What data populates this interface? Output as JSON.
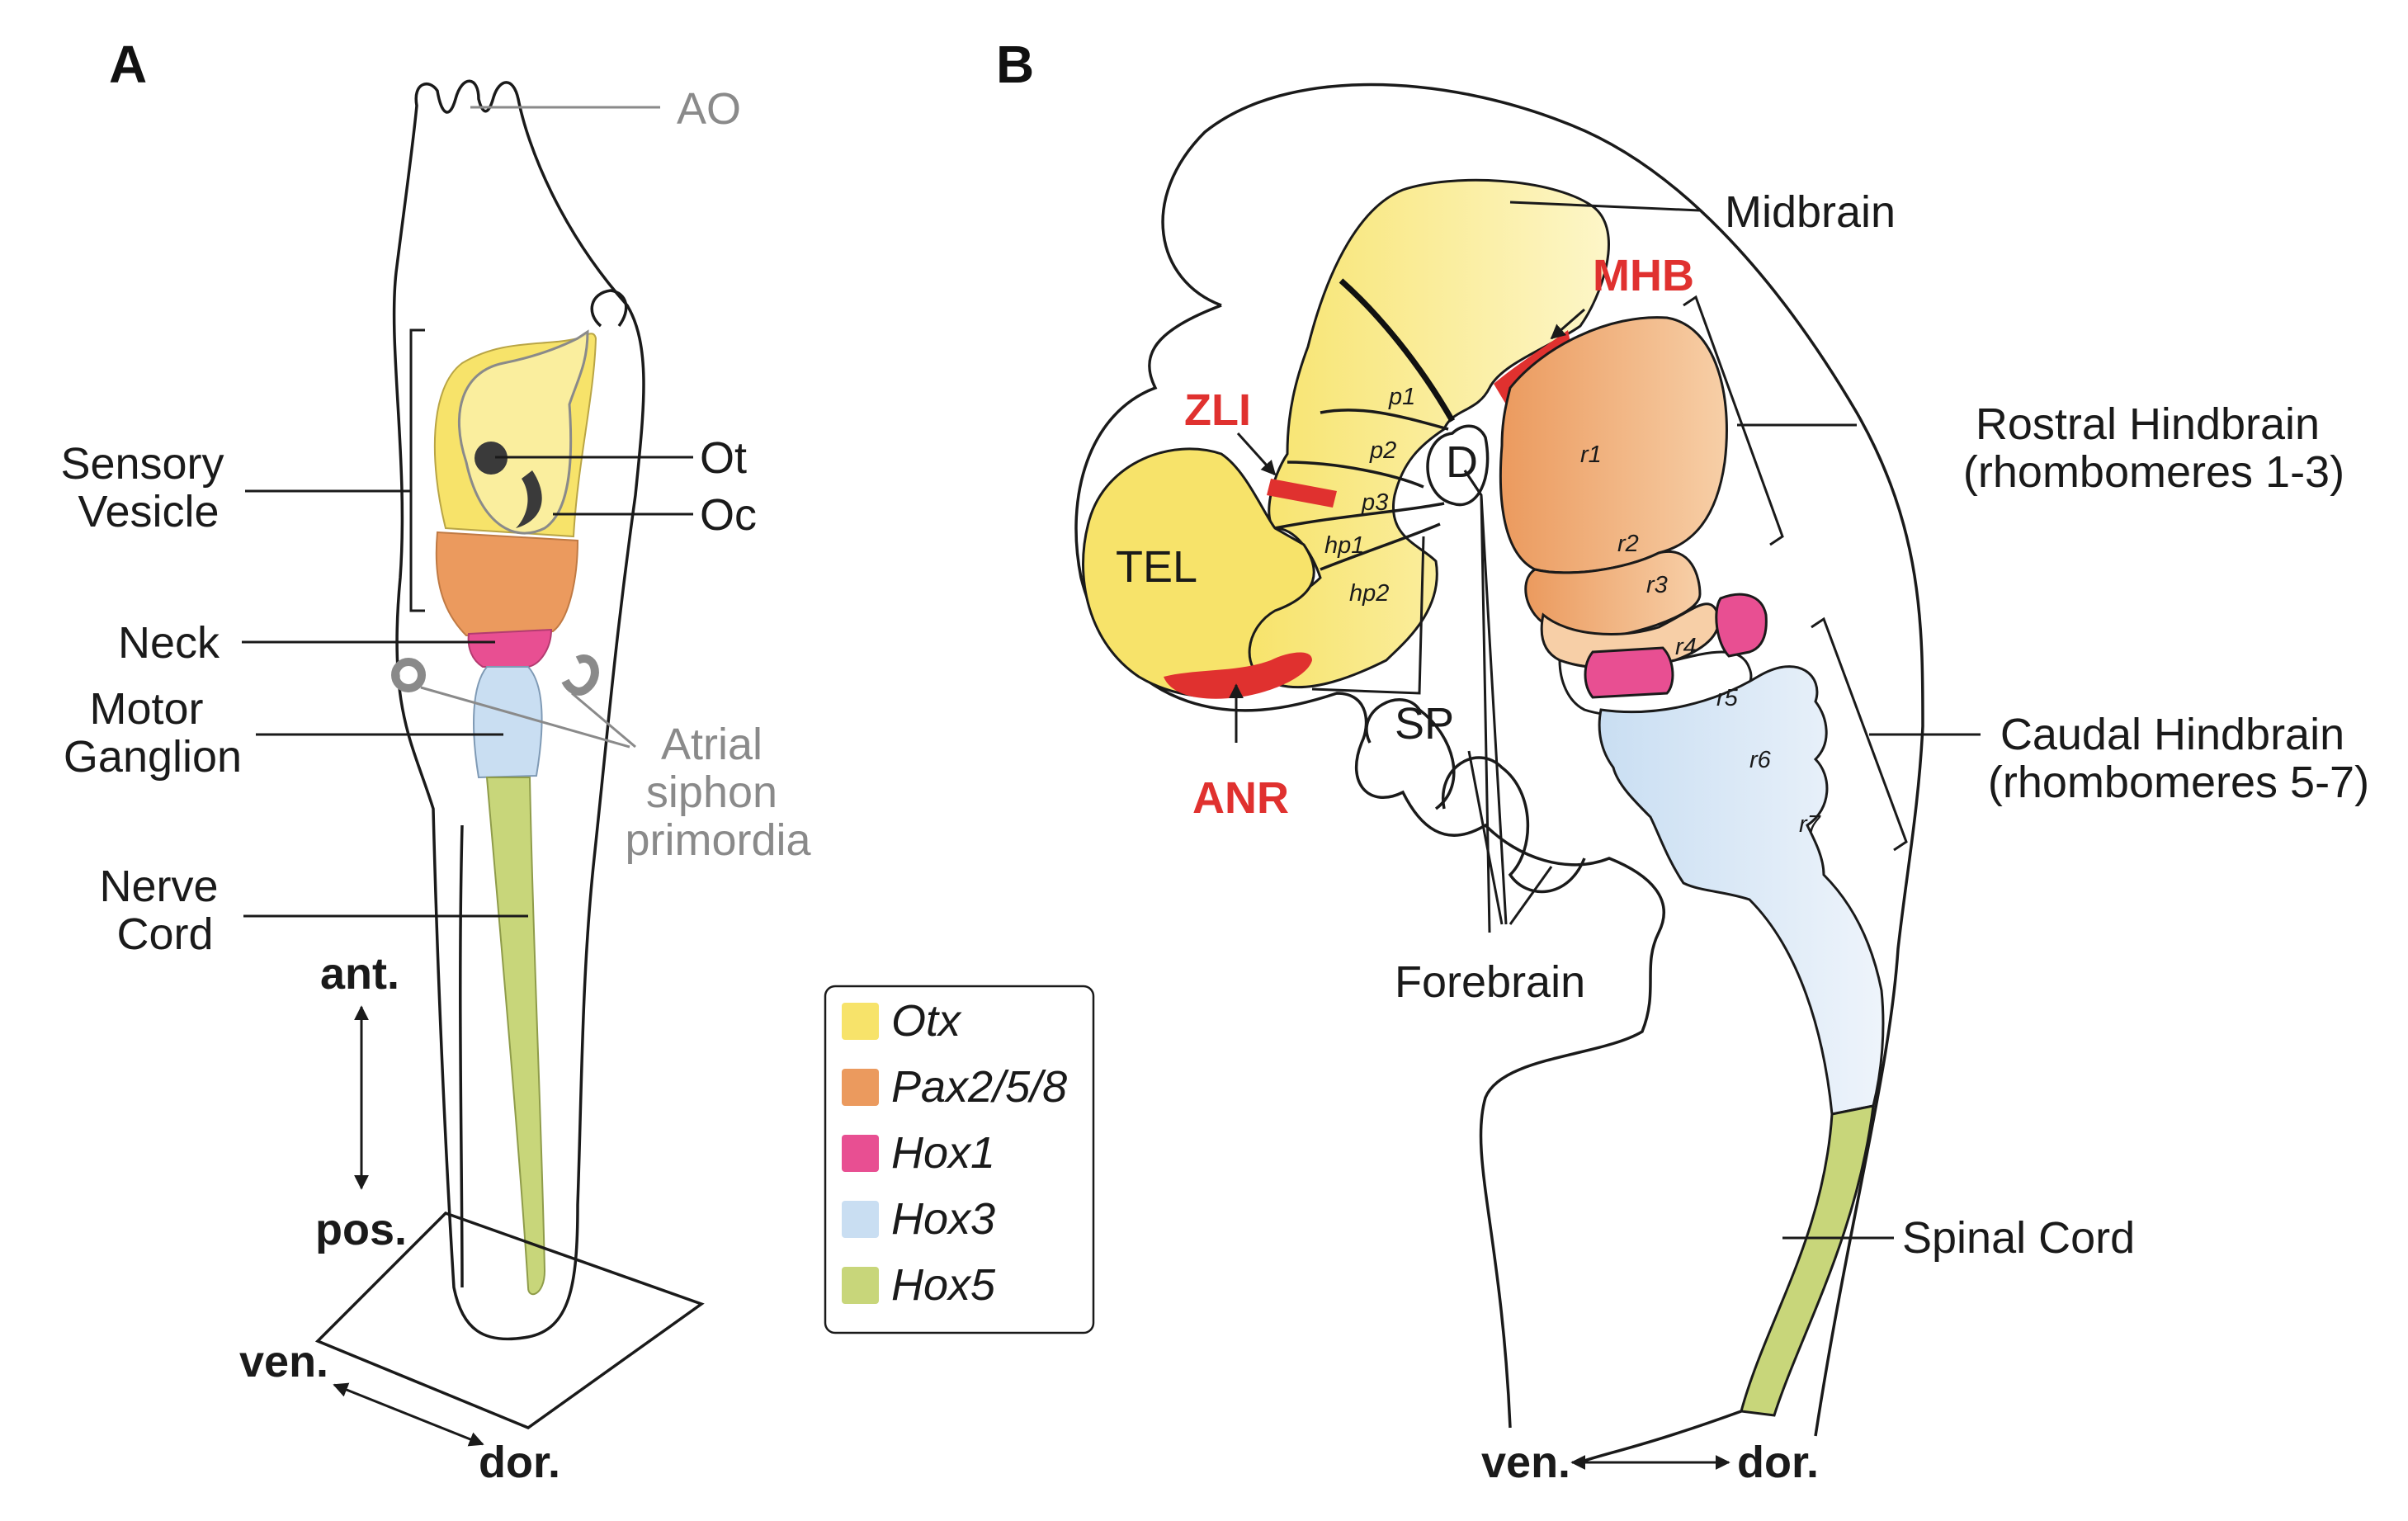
{
  "panels": {
    "a": "A",
    "b": "B"
  },
  "colors": {
    "otx": "#f7e36a",
    "pax": "#eb9a5e",
    "hox1": "#e84f92",
    "hox3": "#c9def2",
    "hox5": "#c8d67a",
    "boundary": "#e0312f",
    "gray_label": "#8a8a8a"
  },
  "panel_a": {
    "ao": "AO",
    "sensory_vesicle": [
      "Sensory",
      "Vesicle"
    ],
    "ot": "Ot",
    "oc": "Oc",
    "neck": "Neck",
    "motor_ganglion": [
      "Motor",
      "Ganglion"
    ],
    "atrial_siphon": [
      "Atrial",
      "siphon",
      "primordia"
    ],
    "nerve_cord": [
      "Nerve",
      "Cord"
    ],
    "axis": {
      "ant": "ant.",
      "pos": "pos.",
      "ven": "ven.",
      "dor": "dor."
    }
  },
  "legend": [
    {
      "label": "Otx",
      "color": "#f7e36a"
    },
    {
      "label": "Pax2/5/8",
      "color": "#eb9a5e"
    },
    {
      "label": "Hox1",
      "color": "#e84f92"
    },
    {
      "label": "Hox3",
      "color": "#c9def2"
    },
    {
      "label": "Hox5",
      "color": "#c8d67a"
    }
  ],
  "panel_b": {
    "midbrain": "Midbrain",
    "mhb": "MHB",
    "zli": "ZLI",
    "anr": "ANR",
    "tel": "TEL",
    "d": "D",
    "sp": "SP",
    "forebrain": "Forebrain",
    "rostral_hindbrain": [
      "Rostral Hindbrain",
      "(rhombomeres 1-3)"
    ],
    "caudal_hindbrain": [
      "Caudal Hindbrain",
      "(rhombomeres 5-7)"
    ],
    "spinal_cord": "Spinal Cord",
    "segments": [
      "p1",
      "p2",
      "p3",
      "hp1",
      "hp2"
    ],
    "rhombomeres": [
      "r1",
      "r2",
      "r3",
      "r4",
      "r5",
      "r6",
      "r7"
    ],
    "axis": {
      "ven": "ven.",
      "dor": "dor."
    }
  }
}
